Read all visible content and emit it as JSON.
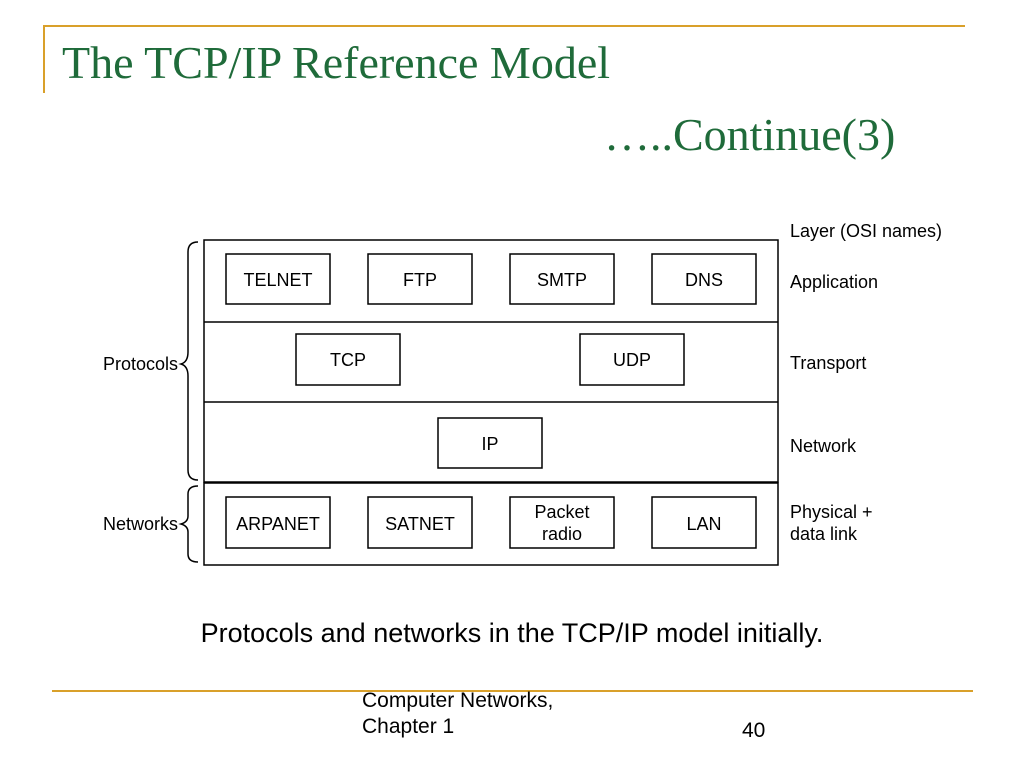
{
  "slide": {
    "title": "The TCP/IP Reference Model",
    "title_continue": "…..Continue(3)",
    "caption": "Protocols and networks in the TCP/IP model initially.",
    "footer_line1": "Computer Networks,",
    "footer_line2": "Chapter 1",
    "page_number": "40"
  },
  "diagram": {
    "header": "Layer (OSI names)",
    "layers": {
      "application": {
        "label": "Application",
        "boxes": [
          "TELNET",
          "FTP",
          "SMTP",
          "DNS"
        ]
      },
      "transport": {
        "label": "Transport",
        "boxes": [
          "TCP",
          "UDP"
        ]
      },
      "network": {
        "label": "Network",
        "boxes": [
          "IP"
        ]
      },
      "physical": {
        "label_line1": "Physical +",
        "label_line2": "data link",
        "boxes": [
          "ARPANET",
          "SATNET",
          "Packet",
          "radio",
          "LAN"
        ]
      }
    },
    "brace_protocols": "Protocols",
    "brace_networks": "Networks"
  }
}
